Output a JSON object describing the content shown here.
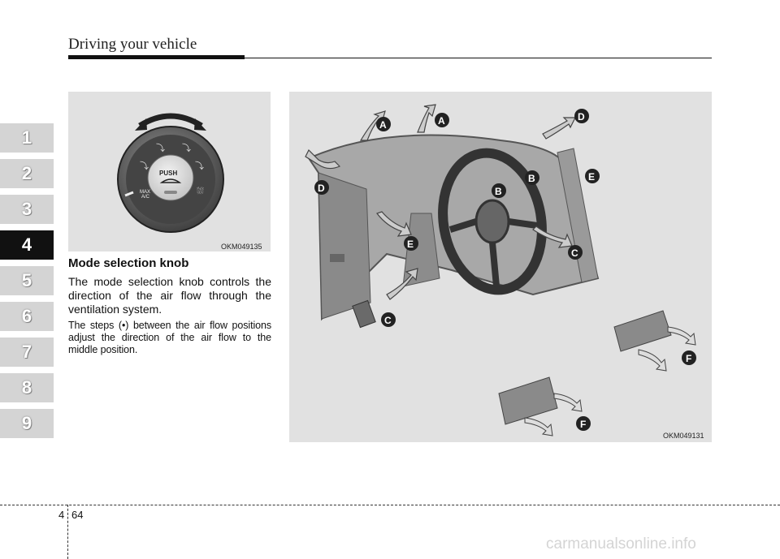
{
  "header": {
    "title": "Driving your vehicle"
  },
  "chapter_tabs": [
    "1",
    "2",
    "3",
    "4",
    "5",
    "6",
    "7",
    "8",
    "9"
  ],
  "active_tab": "4",
  "figure_knob": {
    "code": "OKM049135",
    "push_label": "PUSH",
    "max_label": "MAX",
    "ac_label": "A/C"
  },
  "figure_dash": {
    "code": "OKM049131",
    "labels": [
      "A",
      "A",
      "D",
      "D",
      "B",
      "B",
      "E",
      "E",
      "C",
      "C",
      "F",
      "F"
    ]
  },
  "section": {
    "heading": "Mode selection knob",
    "para1": "The mode selection knob controls the direction of the air flow through the ventilation system.",
    "para2": "The steps (•) between the air flow posi­tions adjust the direction of the air flow to the middle position."
  },
  "footer": {
    "chapter": "4",
    "page": "64",
    "watermark": "carmanualsonline.info"
  }
}
